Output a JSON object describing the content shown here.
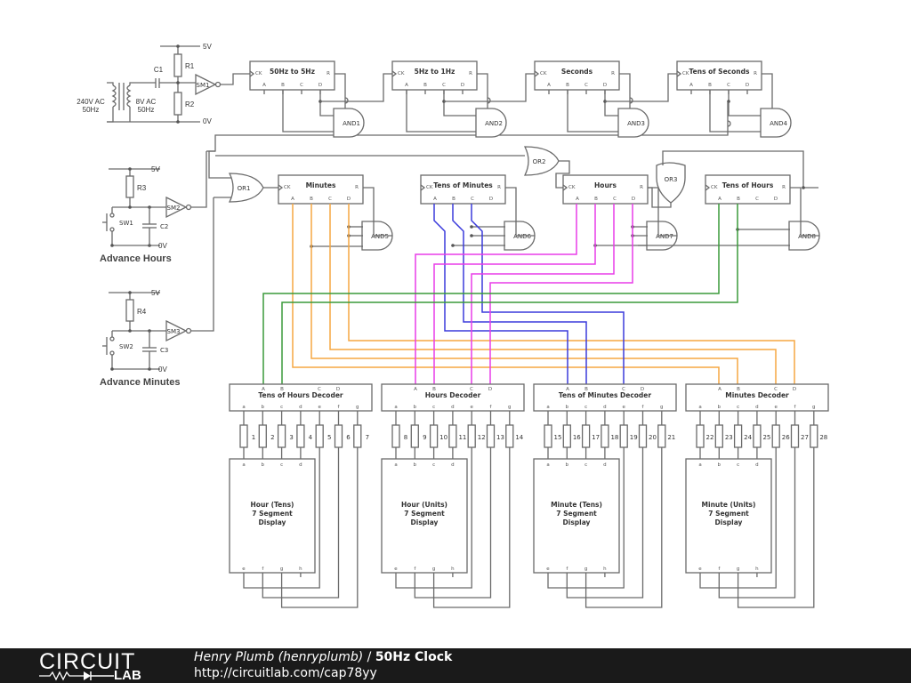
{
  "colors": {
    "wire": "#6a6a6a",
    "minutes_bus": "#f5a742",
    "tens_minutes_bus": "#3b3bdc",
    "hours_bus": "#e83de8",
    "tens_hours_bus": "#3a9a3a",
    "footer_bg": "#1a1a1a"
  },
  "power": {
    "rail_5v": "5V",
    "rail_0v": "0V",
    "transformer_primary": [
      "240V AC",
      "50Hz"
    ],
    "transformer_secondary": [
      "8V AC",
      "50Hz"
    ],
    "c1": "C1",
    "r1": "R1",
    "r2": "R2",
    "sm1": "SM1"
  },
  "counters": [
    {
      "id": "c1",
      "title": "50Hz to 5Hz",
      "and": "AND1"
    },
    {
      "id": "c2",
      "title": "5Hz to 1Hz",
      "and": "AND2"
    },
    {
      "id": "c3",
      "title": "Seconds",
      "and": "AND3"
    },
    {
      "id": "c4",
      "title": "Tens of Seconds",
      "and": "AND4"
    },
    {
      "id": "c5",
      "title": "Minutes",
      "and": "AND5"
    },
    {
      "id": "c6",
      "title": "Tens of Minutes",
      "and": "AND6"
    },
    {
      "id": "c7",
      "title": "Hours",
      "and": "AND7"
    },
    {
      "id": "c8",
      "title": "Tens of Hours",
      "and": "AND8"
    }
  ],
  "counter_pins": {
    "ck": "CK",
    "r": "R",
    "outputs": [
      "A",
      "B",
      "C",
      "D"
    ]
  },
  "or_gates": [
    "OR1",
    "OR2",
    "OR3"
  ],
  "advance_hours": {
    "label": "Advance Hours",
    "r": "R3",
    "sw": "SW1",
    "c": "C2",
    "sm": "SM2",
    "v5": "5V",
    "v0": "0V"
  },
  "advance_minutes": {
    "label": "Advance Minutes",
    "r": "R4",
    "sw": "SW2",
    "c": "C3",
    "sm": "SM3",
    "v5": "5V",
    "v0": "0V"
  },
  "decoders": [
    {
      "title": "Tens of Hours Decoder",
      "display": [
        "Hour (Tens)",
        "7 Segment",
        "Display"
      ],
      "resistors": [
        "1",
        "2",
        "3",
        "4",
        "5",
        "6",
        "7"
      ]
    },
    {
      "title": "Hours Decoder",
      "display": [
        "Hour (Units)",
        "7 Segment",
        "Display"
      ],
      "resistors": [
        "8",
        "9",
        "10",
        "11",
        "12",
        "13",
        "14"
      ]
    },
    {
      "title": "Tens of Minutes Decoder",
      "display": [
        "Minute (Tens)",
        "7 Segment",
        "Display"
      ],
      "resistors": [
        "15",
        "16",
        "17",
        "18",
        "19",
        "20",
        "21"
      ]
    },
    {
      "title": "Minutes Decoder",
      "display": [
        "Minute (Units)",
        "7 Segment",
        "Display"
      ],
      "resistors": [
        "22",
        "23",
        "24",
        "25",
        "26",
        "27",
        "28"
      ]
    }
  ],
  "decoder_pins": {
    "inputs": [
      "A",
      "B",
      "C",
      "D"
    ],
    "outputs": [
      "a",
      "b",
      "c",
      "d",
      "e",
      "f",
      "g"
    ]
  },
  "display_pins": {
    "top": [
      "a",
      "b",
      "c",
      "d"
    ],
    "bottom": [
      "e",
      "f",
      "g",
      "h"
    ]
  },
  "footer": {
    "logo_top": "CIRCUIT",
    "logo_bottom": "LAB",
    "author": "Henry Plumb (henryplumb)",
    "separator": " / ",
    "title": "50Hz Clock",
    "url": "http://circuitlab.com/cap78yy"
  }
}
